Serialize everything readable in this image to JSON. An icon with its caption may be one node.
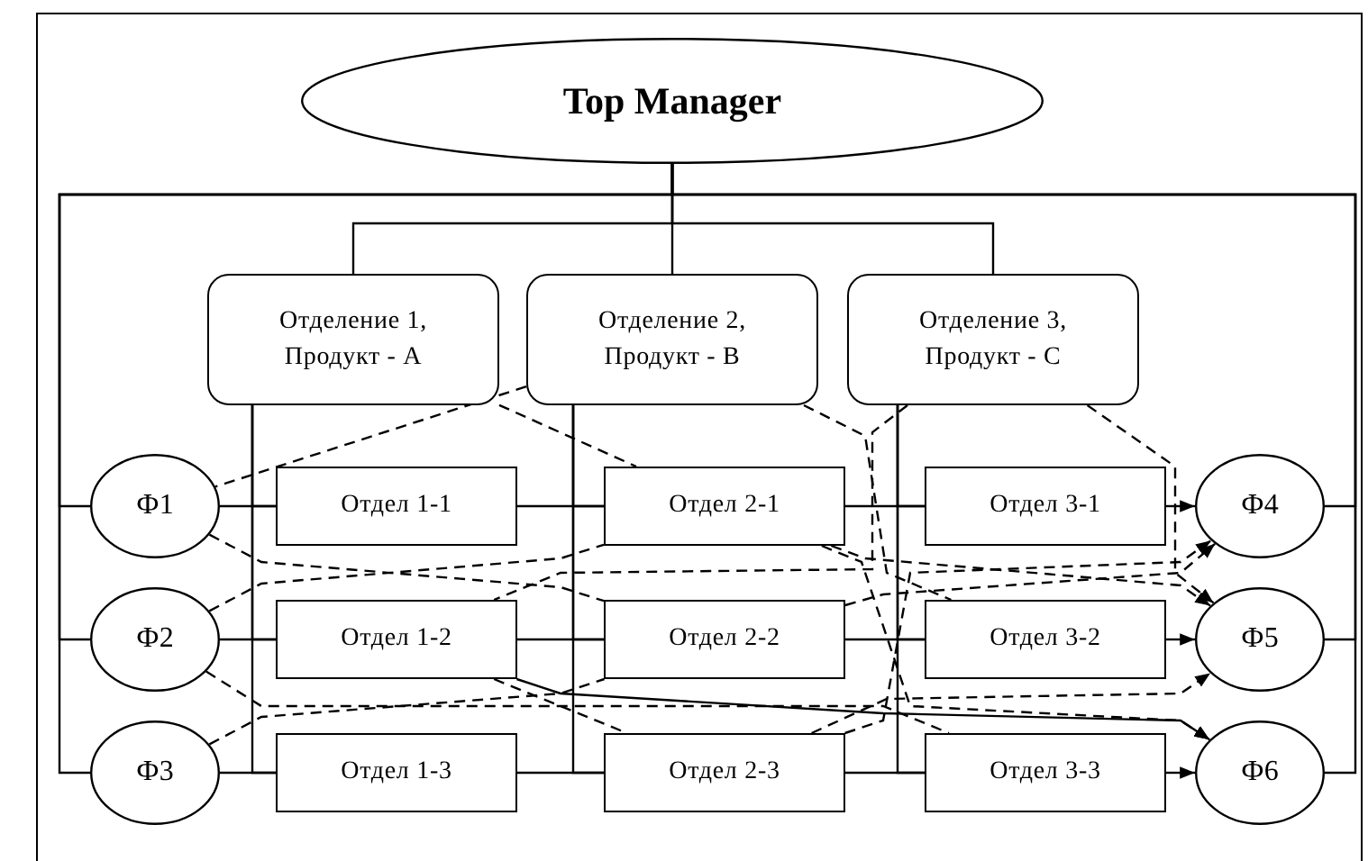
{
  "diagram": {
    "nodes": [
      {
        "text": [
          "Top Manager"
        ]
      },
      {
        "text": [
          "Отделение 1, Продукт - А"
        ]
      },
      {
        "text": [
          "Отделение 2, Продукт - В"
        ]
      },
      {
        "text": [
          "Отделение 3, Продукт - С"
        ]
      },
      {
        "text": [
          "Ф1"
        ]
      },
      {
        "text": [
          "Ф2"
        ]
      },
      {
        "text": [
          "Ф3"
        ]
      },
      {
        "text": [
          "Отдел 1-1"
        ]
      },
      {
        "text": [
          "Отдел 2-1"
        ]
      },
      {
        "text": [
          "Отдел 3-1"
        ]
      },
      {
        "text": [
          "Отдел 1-2"
        ]
      },
      {
        "text": [
          "Отдел 2-2"
        ]
      },
      {
        "text": [
          "Отдел 3-2"
        ]
      },
      {
        "text": [
          "Отдел 1-3"
        ]
      },
      {
        "text": [
          "Отдел 2-3"
        ]
      },
      {
        "text": [
          "Отдел 3-3"
        ]
      },
      {
        "text": [
          "Ф4"
        ]
      },
      {
        "text": [
          "Ф5"
        ]
      },
      {
        "text": [
          "Ф6"
        ]
      }
    ],
    "edges": [
      {
        "from": 0,
        "to": 1,
        "arrow": "none"
      },
      {
        "from": 0,
        "to": 2,
        "arrow": "none"
      },
      {
        "from": 0,
        "to": 3,
        "arrow": "none"
      },
      {
        "from": 0,
        "to": 4,
        "arrow": "none"
      },
      {
        "from": 0,
        "to": 5,
        "arrow": "none"
      },
      {
        "from": 0,
        "to": 6,
        "arrow": "none"
      },
      {
        "from": 0,
        "to": 16,
        "arrow": "none"
      },
      {
        "from": 0,
        "to": 17,
        "arrow": "none"
      },
      {
        "from": 0,
        "to": 18,
        "arrow": "none"
      },
      {
        "from": 1,
        "to": 7,
        "arrow": "none"
      },
      {
        "from": 1,
        "to": 10,
        "arrow": "none"
      },
      {
        "from": 1,
        "to": 13,
        "arrow": "none"
      },
      {
        "from": 2,
        "to": 8,
        "arrow": "none"
      },
      {
        "from": 2,
        "to": 11,
        "arrow": "none"
      },
      {
        "from": 2,
        "to": 14,
        "arrow": "none"
      },
      {
        "from": 3,
        "to": 9,
        "arrow": "none"
      },
      {
        "from": 3,
        "to": 12,
        "arrow": "none"
      },
      {
        "from": 3,
        "to": 15,
        "arrow": "none"
      },
      {
        "from": 4,
        "to": 7,
        "arrow": "none"
      },
      {
        "from": 5,
        "to": 10,
        "arrow": "none"
      },
      {
        "from": 6,
        "to": 13,
        "arrow": "none"
      },
      {
        "from": 7,
        "to": 8,
        "arrow": "none"
      },
      {
        "from": 8,
        "to": 9,
        "arrow": "none"
      },
      {
        "from": 10,
        "to": 11,
        "arrow": "none"
      },
      {
        "from": 11,
        "to": 12,
        "arrow": "none"
      },
      {
        "from": 13,
        "to": 14,
        "arrow": "none"
      },
      {
        "from": 14,
        "to": 15,
        "arrow": "none"
      },
      {
        "from": 9,
        "to": 16,
        "arrow": "to"
      },
      {
        "from": 12,
        "to": 17,
        "arrow": "to"
      },
      {
        "from": 15,
        "to": 18,
        "arrow": "to"
      },
      {
        "from": 10,
        "to": 18,
        "arrow": "to"
      },
      {
        "from": 2,
        "to": 4,
        "arrow": "none",
        "style": "dashed"
      },
      {
        "from": 1,
        "to": 8,
        "arrow": "none",
        "style": "dashed"
      },
      {
        "from": 3,
        "to": 10,
        "arrow": "none",
        "style": "dashed"
      },
      {
        "from": 3,
        "to": 17,
        "arrow": "to",
        "style": "dashed"
      },
      {
        "from": 2,
        "to": 12,
        "arrow": "none",
        "style": "dashed"
      },
      {
        "from": 4,
        "to": 11,
        "arrow": "none",
        "style": "dashed"
      },
      {
        "from": 5,
        "to": 8,
        "arrow": "none",
        "style": "dashed"
      },
      {
        "from": 5,
        "to": 15,
        "arrow": "none",
        "style": "dashed"
      },
      {
        "from": 6,
        "to": 11,
        "arrow": "none",
        "style": "dashed"
      },
      {
        "from": 14,
        "to": 16,
        "arrow": "to",
        "style": "dashed"
      },
      {
        "from": 11,
        "to": 16,
        "arrow": "to",
        "style": "dashed"
      },
      {
        "from": 8,
        "to": 17,
        "arrow": "to",
        "style": "dashed"
      },
      {
        "from": 14,
        "to": 17,
        "arrow": "to",
        "style": "dashed"
      },
      {
        "from": 8,
        "to": 18,
        "arrow": "to",
        "style": "dashed"
      },
      {
        "from": 10,
        "to": 14,
        "arrow": "none",
        "style": "dashed"
      }
    ]
  }
}
